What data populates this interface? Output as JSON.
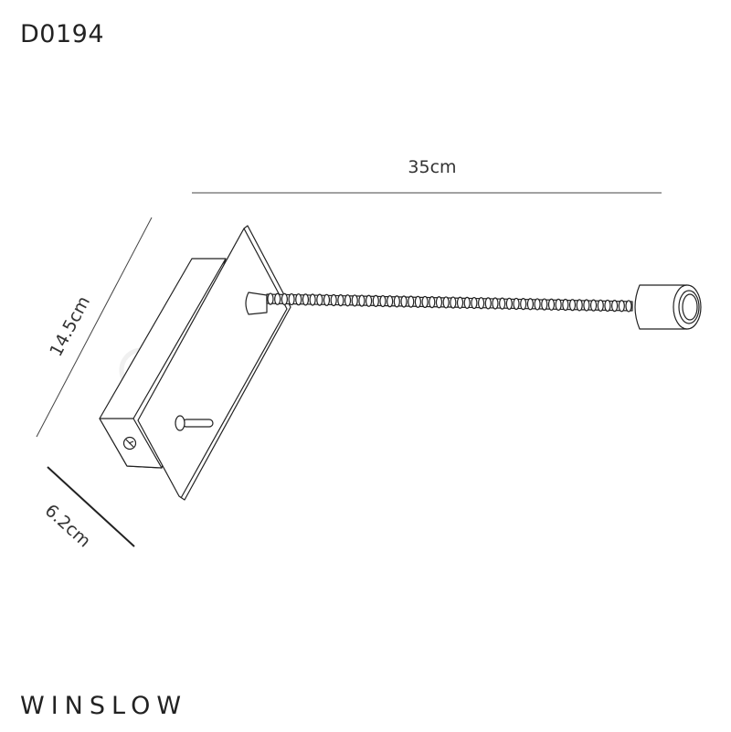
{
  "product_code": "D0194",
  "product_name": "WINSLOW",
  "dimensions": {
    "width": "35cm",
    "height": "14.5cm",
    "depth": "6.2cm"
  },
  "watermark": "deco"
}
